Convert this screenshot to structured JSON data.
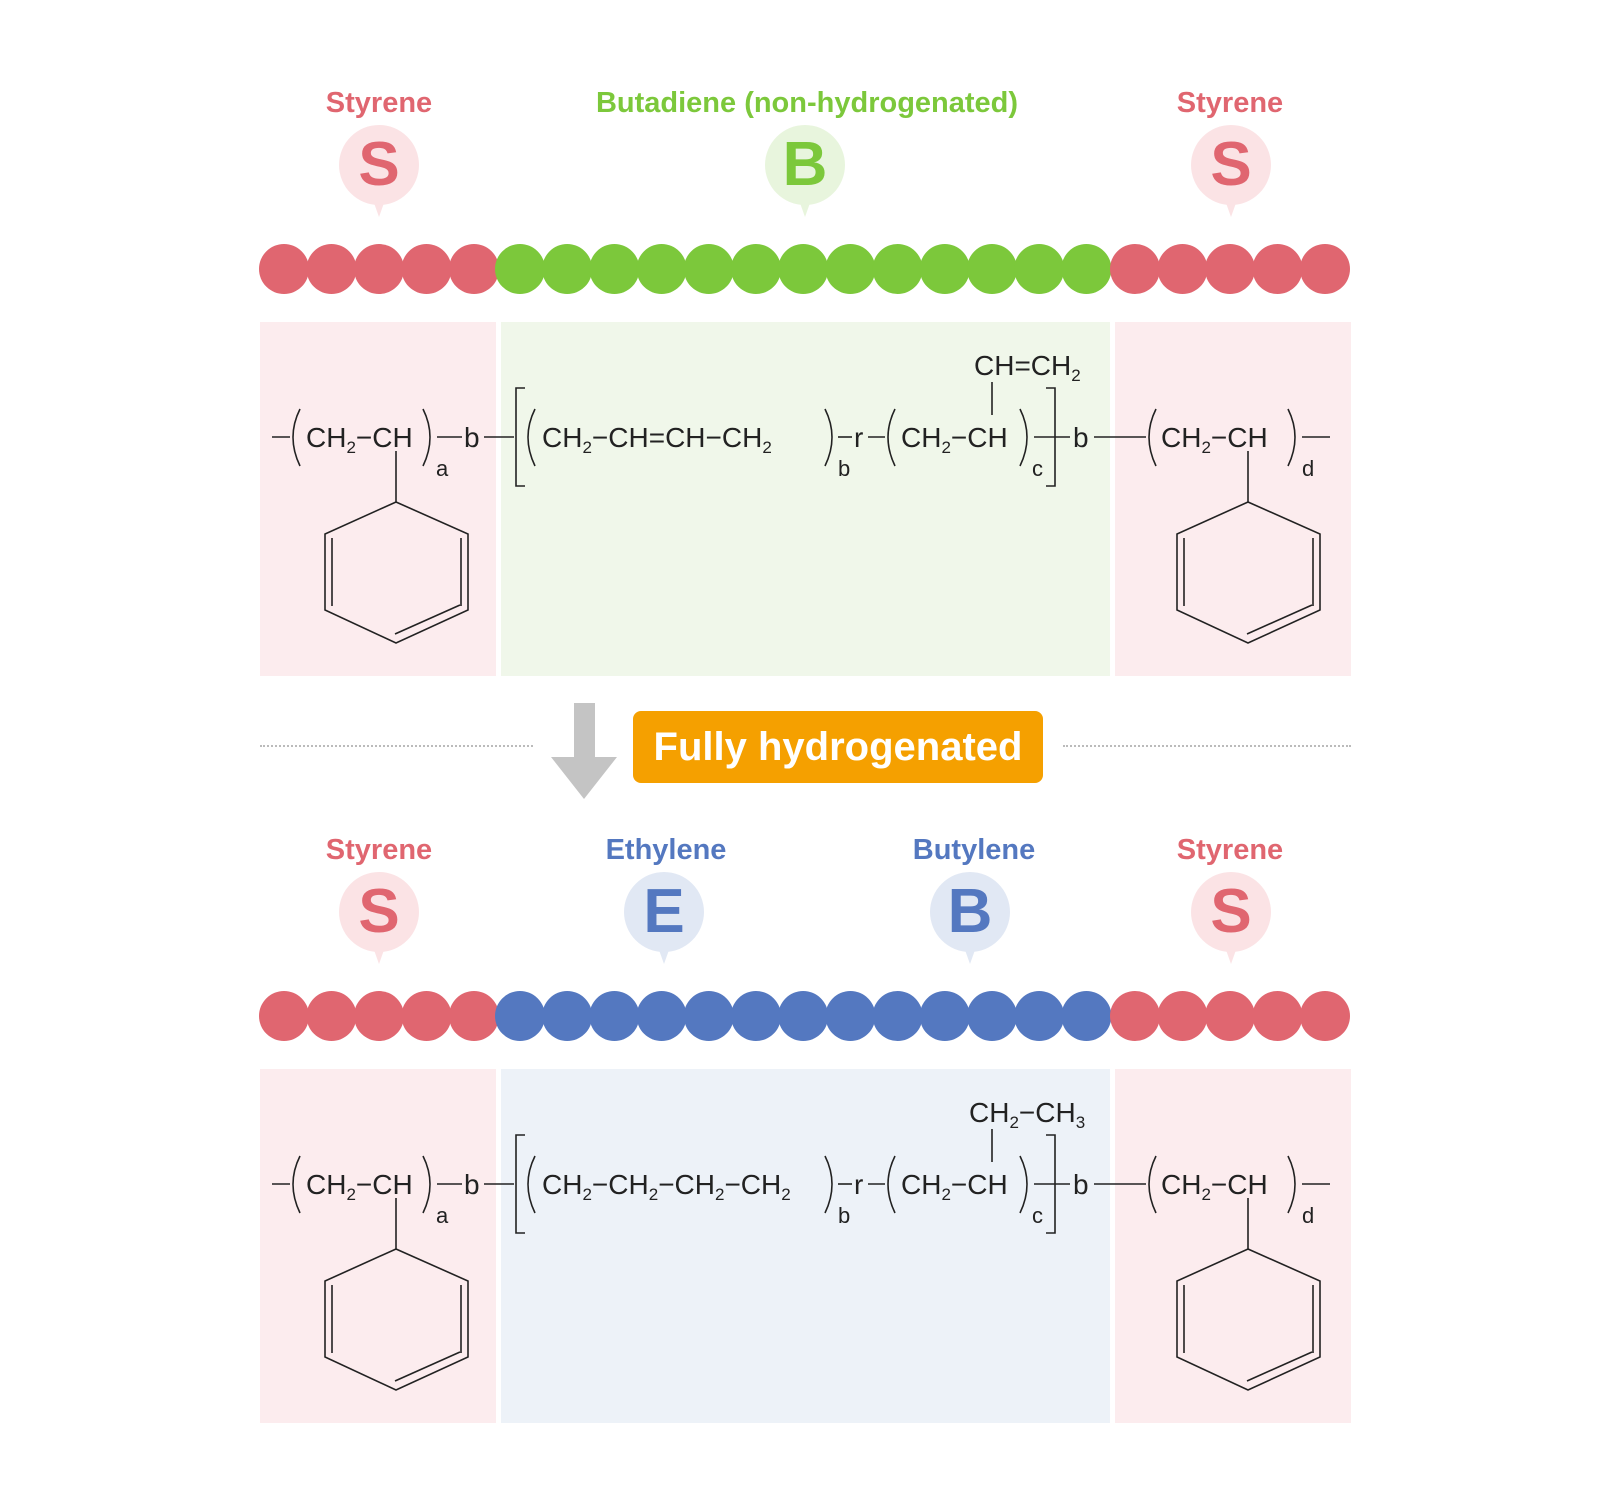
{
  "top": {
    "labels": {
      "left_styrene": "Styrene",
      "middle": "Butadiene (non-hydrogenated)",
      "right_styrene": "Styrene"
    },
    "letters": {
      "left": "S",
      "middle": "B",
      "right": "S"
    },
    "formula": {
      "sub_a": "a",
      "sub_b": "b",
      "sub_c": "c",
      "sub_d": "d",
      "link_b": "b",
      "link_r": "r",
      "side_group": "CH=CH",
      "side_group_sub": "2"
    }
  },
  "transition": {
    "badge": "Fully hydrogenated"
  },
  "bottom": {
    "labels": {
      "left_styrene": "Styrene",
      "ethylene": "Ethylene",
      "butylene": "Butylene",
      "right_styrene": "Styrene"
    },
    "letters": {
      "left": "S",
      "ethylene": "E",
      "butylene": "B",
      "right": "S"
    },
    "formula": {
      "sub_a": "a",
      "sub_b": "b",
      "sub_c": "c",
      "sub_d": "d",
      "link_b": "b",
      "link_r": "r",
      "side_group_left": "CH",
      "side_group_sub1": "2",
      "side_group_right": "−CH",
      "side_group_sub2": "3"
    }
  },
  "colors": {
    "styrene": "#e06670",
    "butadiene": "#7cc83b",
    "ethylene_butylene": "#5478c0",
    "badge": "#f5a000"
  },
  "chain": {
    "styrene_beads_each_end": 5,
    "middle_beads": 13
  }
}
